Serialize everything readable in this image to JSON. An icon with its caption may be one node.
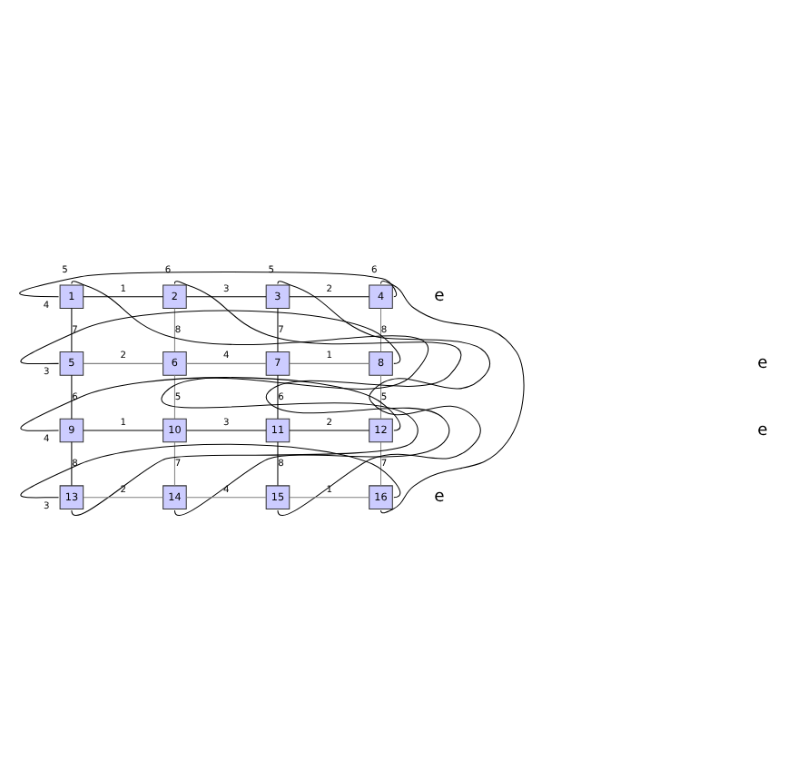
{
  "diagram": {
    "nodes": [
      {
        "text": [
          "1"
        ]
      },
      {
        "text": [
          "2"
        ]
      },
      {
        "text": [
          "3"
        ]
      },
      {
        "text": [
          "4"
        ]
      },
      {
        "text": [
          "5"
        ]
      },
      {
        "text": [
          "6"
        ]
      },
      {
        "text": [
          "7"
        ]
      },
      {
        "text": [
          "8"
        ]
      },
      {
        "text": [
          "9"
        ]
      },
      {
        "text": [
          "10"
        ]
      },
      {
        "text": [
          "11"
        ]
      },
      {
        "text": [
          "12"
        ]
      },
      {
        "text": [
          "13"
        ]
      },
      {
        "text": [
          "14"
        ]
      },
      {
        "text": [
          "15"
        ]
      },
      {
        "text": [
          "16"
        ]
      }
    ],
    "edges": [
      {
        "from": 0,
        "to": 1,
        "arrow": "none",
        "label": "1"
      },
      {
        "from": 1,
        "to": 2,
        "arrow": "none",
        "label": "3"
      },
      {
        "from": 2,
        "to": 3,
        "arrow": "none",
        "label": "2"
      },
      {
        "from": 3,
        "to": 0,
        "arrow": "none",
        "label": "4"
      },
      {
        "from": 4,
        "to": 5,
        "arrow": "none",
        "label": "2",
        "color": "#808080"
      },
      {
        "from": 5,
        "to": 6,
        "arrow": "none",
        "label": "4",
        "color": "#808080"
      },
      {
        "from": 6,
        "to": 7,
        "arrow": "none",
        "label": "1",
        "color": "#808080"
      },
      {
        "from": 7,
        "to": 4,
        "arrow": "none",
        "label": "3"
      },
      {
        "from": 8,
        "to": 9,
        "arrow": "none",
        "label": "1"
      },
      {
        "from": 9,
        "to": 10,
        "arrow": "none",
        "label": "3"
      },
      {
        "from": 10,
        "to": 11,
        "arrow": "none",
        "label": "2"
      },
      {
        "from": 11,
        "to": 8,
        "arrow": "none",
        "label": "4"
      },
      {
        "from": 12,
        "to": 13,
        "arrow": "none",
        "label": "2",
        "color": "#808080"
      },
      {
        "from": 13,
        "to": 14,
        "arrow": "none",
        "label": "4",
        "color": "#808080"
      },
      {
        "from": 14,
        "to": 15,
        "arrow": "none",
        "label": "1",
        "color": "#808080"
      },
      {
        "from": 15,
        "to": 12,
        "arrow": "none",
        "label": "3"
      },
      {
        "from": 0,
        "to": 4,
        "arrow": "none",
        "label": "7"
      },
      {
        "from": 4,
        "to": 8,
        "arrow": "none",
        "label": "6"
      },
      {
        "from": 8,
        "to": 12,
        "arrow": "none",
        "label": "8"
      },
      {
        "from": 12,
        "to": 0,
        "arrow": "none",
        "label": "5"
      },
      {
        "from": 1,
        "to": 5,
        "arrow": "none",
        "label": "8",
        "color": "#808080"
      },
      {
        "from": 5,
        "to": 9,
        "arrow": "none",
        "label": "5",
        "color": "#808080"
      },
      {
        "from": 9,
        "to": 13,
        "arrow": "none",
        "label": "7",
        "color": "#808080"
      },
      {
        "from": 13,
        "to": 1,
        "arrow": "none",
        "label": "6"
      },
      {
        "from": 2,
        "to": 6,
        "arrow": "none",
        "label": "7"
      },
      {
        "from": 6,
        "to": 10,
        "arrow": "none",
        "label": "6"
      },
      {
        "from": 10,
        "to": 14,
        "arrow": "none",
        "label": "8"
      },
      {
        "from": 14,
        "to": 2,
        "arrow": "none",
        "label": "5"
      },
      {
        "from": 3,
        "to": 7,
        "arrow": "none",
        "label": "8",
        "color": "#808080"
      },
      {
        "from": 7,
        "to": 11,
        "arrow": "none",
        "label": "5",
        "color": "#808080"
      },
      {
        "from": 11,
        "to": 15,
        "arrow": "none",
        "label": "7",
        "color": "#808080"
      },
      {
        "from": 15,
        "to": 3,
        "arrow": "none",
        "label": "6"
      }
    ],
    "labels": [
      "e",
      "e",
      "e",
      "e"
    ]
  }
}
